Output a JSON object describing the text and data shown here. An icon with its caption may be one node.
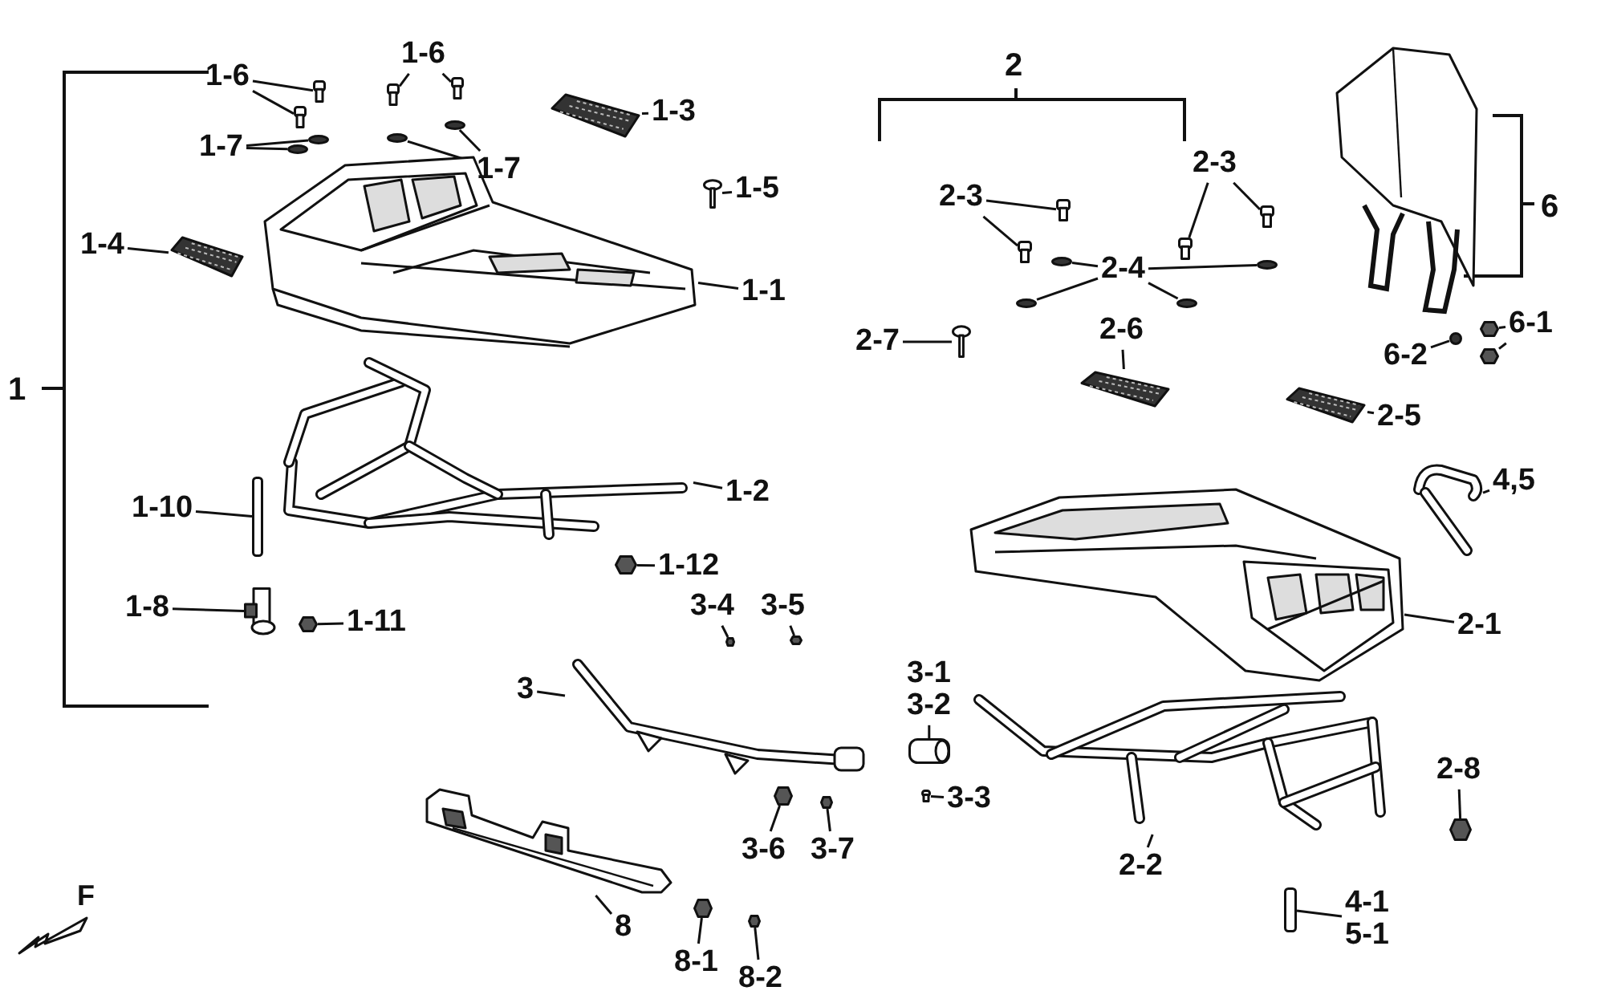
{
  "diagram": {
    "nodes": [
      {
        "text": [
          "1-6"
        ]
      },
      {
        "text": [],
        "shape": "bolt"
      },
      {
        "text": [],
        "shape": "bolt"
      },
      {
        "text": [
          "1-6"
        ]
      },
      {
        "text": [],
        "shape": "bolt"
      },
      {
        "text": [],
        "shape": "bolt"
      },
      {
        "text": [
          "1-7"
        ]
      },
      {
        "text": [],
        "shape": "washer"
      },
      {
        "text": [],
        "shape": "washer"
      },
      {
        "text": [
          "1-7"
        ]
      },
      {
        "text": [],
        "shape": "washer"
      },
      {
        "text": [],
        "shape": "washer"
      },
      {
        "text": [
          "1-3"
        ]
      },
      {
        "text": [],
        "shape": "pad"
      },
      {
        "text": [
          "1-5"
        ]
      },
      {
        "text": [],
        "shape": "rivet"
      },
      {
        "text": [
          "1-4"
        ]
      },
      {
        "text": [],
        "shape": "pad"
      },
      {
        "text": [
          "1-1"
        ]
      },
      {
        "text": [],
        "shape": "rack"
      },
      {
        "text": [
          "1-2"
        ]
      },
      {
        "text": [],
        "shape": "frame"
      },
      {
        "text": [
          "1-10"
        ]
      },
      {
        "text": [],
        "shape": "pin"
      },
      {
        "text": [
          "1-12"
        ]
      },
      {
        "text": [],
        "shape": "nut"
      },
      {
        "text": [
          "1-8"
        ]
      },
      {
        "text": [],
        "shape": "clamp"
      },
      {
        "text": [
          "1-11"
        ]
      },
      {
        "text": [],
        "shape": "nut"
      },
      {
        "text": [
          "2-3"
        ]
      },
      {
        "text": [],
        "shape": "bolt"
      },
      {
        "text": [],
        "shape": "bolt"
      },
      {
        "text": [
          "2-3"
        ]
      },
      {
        "text": [],
        "shape": "bolt"
      },
      {
        "text": [],
        "shape": "bolt"
      },
      {
        "text": [
          "2-4"
        ]
      },
      {
        "text": [],
        "shape": "washer"
      },
      {
        "text": [],
        "shape": "washer"
      },
      {
        "text": [],
        "shape": "washer"
      },
      {
        "text": [],
        "shape": "washer"
      },
      {
        "text": [
          "2-7"
        ]
      },
      {
        "text": [],
        "shape": "rivet"
      },
      {
        "text": [
          "2-6"
        ]
      },
      {
        "text": [],
        "shape": "pad"
      },
      {
        "text": [
          "2-5"
        ]
      },
      {
        "text": [],
        "shape": "pad"
      },
      {
        "text": [
          "4,5"
        ]
      },
      {
        "text": [],
        "shape": "handle"
      },
      {
        "text": [
          "2-1"
        ]
      },
      {
        "text": [],
        "shape": "rack"
      },
      {
        "text": [
          "2-2"
        ]
      },
      {
        "text": [],
        "shape": "frame"
      },
      {
        "text": [
          "2-8"
        ]
      },
      {
        "text": [],
        "shape": "nut"
      },
      {
        "text": [
          "4-1",
          "5-1"
        ]
      },
      {
        "text": [],
        "shape": "pin"
      },
      {
        "text": [
          "6-1"
        ]
      },
      {
        "text": [],
        "shape": "nut"
      },
      {
        "text": [],
        "shape": "nut"
      },
      {
        "text": [
          "6-2"
        ]
      },
      {
        "text": [],
        "shape": "washer"
      },
      {
        "text": [
          "3"
        ]
      },
      {
        "text": [],
        "shape": "bar"
      },
      {
        "text": [
          "3-4"
        ]
      },
      {
        "text": [],
        "shape": "nut"
      },
      {
        "text": [
          "3-5"
        ]
      },
      {
        "text": [],
        "shape": "nut"
      },
      {
        "text": [
          "3-1",
          "3-2"
        ]
      },
      {
        "text": [],
        "shape": "cap"
      },
      {
        "text": [
          "3-3"
        ]
      },
      {
        "text": [],
        "shape": "bolt"
      },
      {
        "text": [
          "3-6"
        ]
      },
      {
        "text": [],
        "shape": "nut"
      },
      {
        "text": [
          "3-7"
        ]
      },
      {
        "text": [],
        "shape": "nut"
      },
      {
        "text": [
          "8"
        ]
      },
      {
        "text": [],
        "shape": "guard"
      },
      {
        "text": [
          "8-1"
        ]
      },
      {
        "text": [],
        "shape": "nut"
      },
      {
        "text": [
          "8-2"
        ]
      },
      {
        "text": [],
        "shape": "nut"
      }
    ],
    "edges": [
      {
        "from": 0,
        "to": 1,
        "arrow": "none"
      },
      {
        "from": 0,
        "to": 2,
        "arrow": "none"
      },
      {
        "from": 3,
        "to": 4,
        "arrow": "none"
      },
      {
        "from": 3,
        "to": 5,
        "arrow": "none"
      },
      {
        "from": 6,
        "to": 7,
        "arrow": "none"
      },
      {
        "from": 6,
        "to": 8,
        "arrow": "none"
      },
      {
        "from": 9,
        "to": 10,
        "arrow": "none"
      },
      {
        "from": 9,
        "to": 11,
        "arrow": "none"
      },
      {
        "from": 12,
        "to": 13,
        "arrow": "none"
      },
      {
        "from": 14,
        "to": 15,
        "arrow": "none"
      },
      {
        "from": 16,
        "to": 17,
        "arrow": "none"
      },
      {
        "from": 18,
        "to": 19,
        "arrow": "none"
      },
      {
        "from": 20,
        "to": 21,
        "arrow": "none"
      },
      {
        "from": 22,
        "to": 23,
        "arrow": "none"
      },
      {
        "from": 24,
        "to": 25,
        "arrow": "none"
      },
      {
        "from": 26,
        "to": 27,
        "arrow": "none"
      },
      {
        "from": 28,
        "to": 29,
        "arrow": "none"
      },
      {
        "from": 30,
        "to": 31,
        "arrow": "none"
      },
      {
        "from": 30,
        "to": 32,
        "arrow": "none"
      },
      {
        "from": 33,
        "to": 34,
        "arrow": "none"
      },
      {
        "from": 33,
        "to": 35,
        "arrow": "none"
      },
      {
        "from": 36,
        "to": 37,
        "arrow": "none"
      },
      {
        "from": 36,
        "to": 38,
        "arrow": "none"
      },
      {
        "from": 36,
        "to": 39,
        "arrow": "none"
      },
      {
        "from": 36,
        "to": 40,
        "arrow": "none"
      },
      {
        "from": 41,
        "to": 42,
        "arrow": "none"
      },
      {
        "from": 43,
        "to": 44,
        "arrow": "none"
      },
      {
        "from": 45,
        "to": 46,
        "arrow": "none"
      },
      {
        "from": 47,
        "to": 48,
        "arrow": "none"
      },
      {
        "from": 49,
        "to": 50,
        "arrow": "none"
      },
      {
        "from": 51,
        "to": 52,
        "arrow": "none"
      },
      {
        "from": 53,
        "to": 54,
        "arrow": "none"
      },
      {
        "from": 55,
        "to": 56,
        "arrow": "none"
      },
      {
        "from": 57,
        "to": 58,
        "arrow": "none"
      },
      {
        "from": 57,
        "to": 59,
        "arrow": "none"
      },
      {
        "from": 60,
        "to": 61,
        "arrow": "none"
      },
      {
        "from": 62,
        "to": 63,
        "arrow": "none"
      },
      {
        "from": 64,
        "to": 65,
        "arrow": "none"
      },
      {
        "from": 66,
        "to": 67,
        "arrow": "none"
      },
      {
        "from": 68,
        "to": 69,
        "arrow": "none"
      },
      {
        "from": 70,
        "to": 71,
        "arrow": "none"
      },
      {
        "from": 72,
        "to": 73,
        "arrow": "none"
      },
      {
        "from": 74,
        "to": 75,
        "arrow": "none"
      },
      {
        "from": 76,
        "to": 77,
        "arrow": "none"
      },
      {
        "from": 78,
        "to": 79,
        "arrow": "none"
      },
      {
        "from": 80,
        "to": 81,
        "arrow": "none"
      }
    ],
    "labels": [
      "2",
      "6",
      "1",
      "F"
    ]
  }
}
